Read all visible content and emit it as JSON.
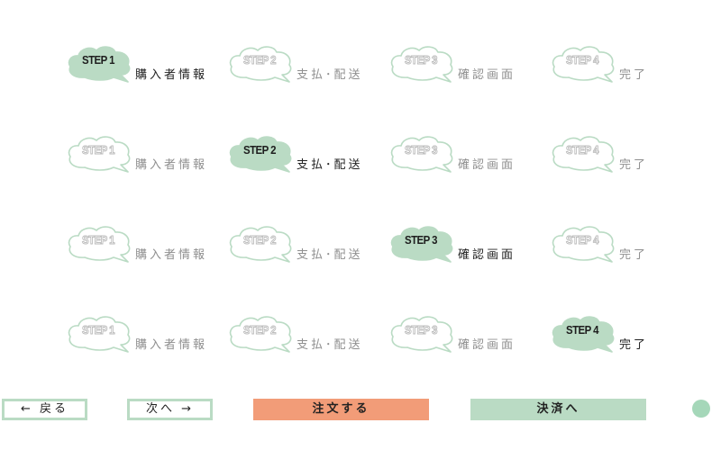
{
  "colors": {
    "accent_green": "#badbc4",
    "order_orange": "#f29c78",
    "dot_green": "#a5d7b9",
    "inactive_text": "#8f8f8f",
    "active_text": "#222222"
  },
  "icon": "speech-cloud-icon",
  "rows": [
    {
      "active_step": 1,
      "steps": [
        {
          "num": "STEP 1",
          "label": "購入者情報"
        },
        {
          "num": "STEP 2",
          "label": "支払･配送"
        },
        {
          "num": "STEP 3",
          "label": "確認画面"
        },
        {
          "num": "STEP 4",
          "label": "完了"
        }
      ]
    },
    {
      "active_step": 2,
      "steps": [
        {
          "num": "STEP 1",
          "label": "購入者情報"
        },
        {
          "num": "STEP 2",
          "label": "支払･配送"
        },
        {
          "num": "STEP 3",
          "label": "確認画面"
        },
        {
          "num": "STEP 4",
          "label": "完了"
        }
      ]
    },
    {
      "active_step": 3,
      "steps": [
        {
          "num": "STEP 1",
          "label": "購入者情報"
        },
        {
          "num": "STEP 2",
          "label": "支払･配送"
        },
        {
          "num": "STEP 3",
          "label": "確認画面"
        },
        {
          "num": "STEP 4",
          "label": "完了"
        }
      ]
    },
    {
      "active_step": 4,
      "steps": [
        {
          "num": "STEP 1",
          "label": "購入者情報"
        },
        {
          "num": "STEP 2",
          "label": "支払･配送"
        },
        {
          "num": "STEP 3",
          "label": "確認画面"
        },
        {
          "num": "STEP 4",
          "label": "完了"
        }
      ]
    }
  ],
  "buttons": {
    "back_label": "← 戻る",
    "next_label": "次へ →",
    "order_label": "注文する",
    "settle_label": "決済へ"
  }
}
